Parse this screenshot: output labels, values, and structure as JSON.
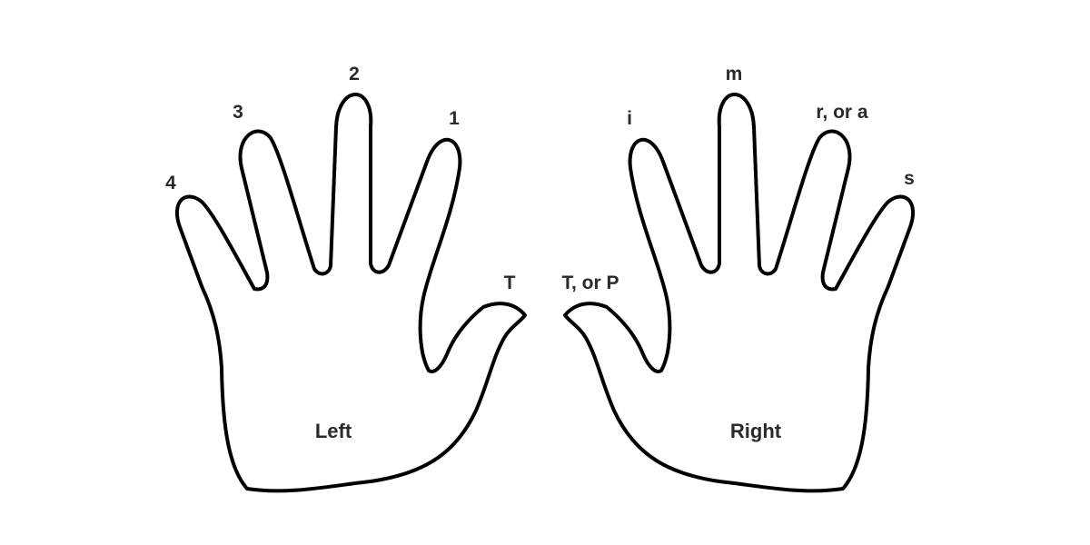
{
  "left_hand": {
    "name": "Left",
    "fingers": {
      "pinky": "4",
      "ring": "3",
      "middle": "2",
      "index": "1",
      "thumb": "T"
    }
  },
  "right_hand": {
    "name": "Right",
    "fingers": {
      "thumb": "T, or P",
      "index": "i",
      "middle": "m",
      "ring": "r, or a",
      "pinky": "s"
    }
  },
  "colors": {
    "outline": "#000000",
    "label": "#2a2a2a",
    "background": "#ffffff"
  }
}
